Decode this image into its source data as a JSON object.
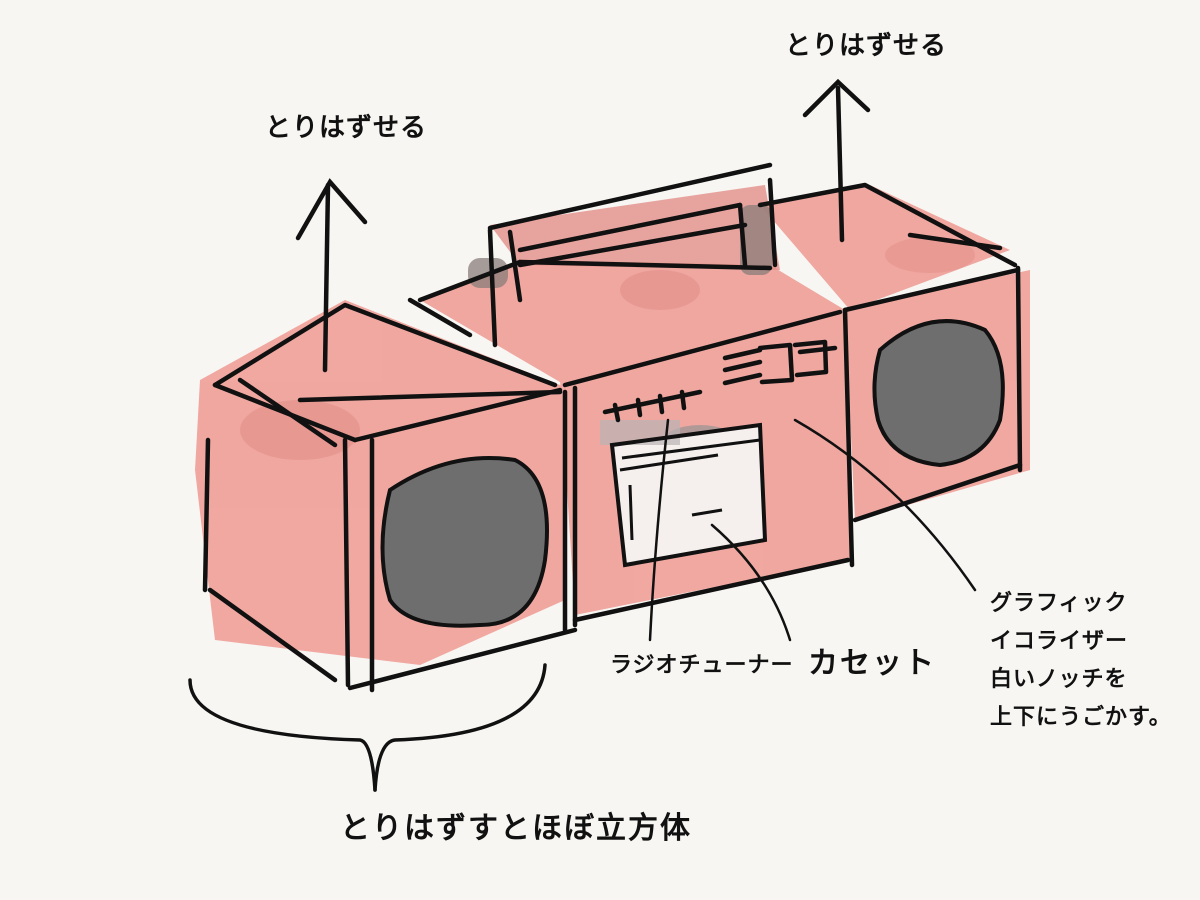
{
  "labels": {
    "left_speaker_removable": "とりはずせる",
    "right_speaker_removable": "とりはずせる",
    "removed_cube_note": "とりはずすとほぼ立方体",
    "radio_tuner": "ラジオチューナー",
    "cassette": "カセット",
    "equalizer_lines": [
      "グラフィック",
      "イコライザー",
      "白いノッチを",
      "上下にうごかす。"
    ]
  },
  "colors": {
    "body": "#ee9a92",
    "body_shadow": "#e07d74",
    "speaker": "#6e6e6e",
    "cassette_window": "#f5f0ee",
    "ink": "#111111",
    "paper": "#f7f6f3"
  }
}
